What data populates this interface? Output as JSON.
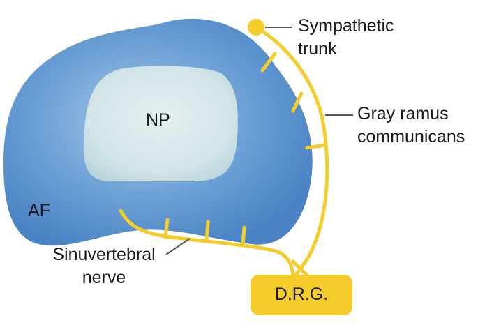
{
  "diagram": {
    "regions": {
      "nucleus_pulposus": "NP",
      "annulus_fibrosus": "AF"
    },
    "nerve_labels": {
      "sympathetic_trunk": [
        "Sympathetic",
        "trunk"
      ],
      "gray_ramus": [
        "Gray ramus",
        "communicans"
      ],
      "sinuvertebral": [
        "Sinuvertebral",
        "nerve"
      ],
      "drg": "D.R.G."
    }
  },
  "colors": {
    "annulus_outer": "#4f88c6",
    "annulus_inner": "#9cc2e6",
    "nucleus": "#d6e7ea",
    "nerve": "#f4cd2a",
    "leader": "#555555",
    "text": "#1a1a1a"
  }
}
